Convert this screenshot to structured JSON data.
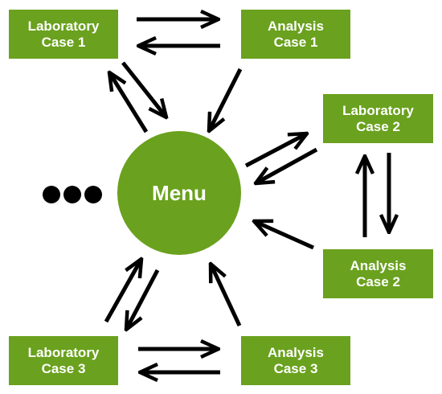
{
  "center": {
    "label": "Menu"
  },
  "nodes": {
    "lab1": {
      "line1": "Laboratory",
      "line2": "Case 1"
    },
    "ana1": {
      "line1": "Analysis",
      "line2": "Case 1"
    },
    "lab2": {
      "line1": "Laboratory",
      "line2": "Case 2"
    },
    "ana2": {
      "line1": "Analysis",
      "line2": "Case 2"
    },
    "lab3": {
      "line1": "Laboratory",
      "line2": "Case 3"
    },
    "ana3": {
      "line1": "Analysis",
      "line2": "Case 3"
    }
  },
  "ellipsis": "•••",
  "colors": {
    "node_fill": "#6aa11e",
    "arrow": "#000000",
    "text": "#ffffff"
  },
  "arrows": [
    {
      "from": "lab1",
      "to": "ana1"
    },
    {
      "from": "ana1",
      "to": "lab1"
    },
    {
      "from": "lab1",
      "to": "menu"
    },
    {
      "from": "menu",
      "to": "lab1"
    },
    {
      "from": "ana1",
      "to": "menu"
    },
    {
      "from": "menu",
      "to": "lab2"
    },
    {
      "from": "lab2",
      "to": "menu"
    },
    {
      "from": "lab2",
      "to": "ana2"
    },
    {
      "from": "ana2",
      "to": "lab2"
    },
    {
      "from": "ana2",
      "to": "menu"
    },
    {
      "from": "lab3",
      "to": "menu"
    },
    {
      "from": "menu",
      "to": "lab3"
    },
    {
      "from": "ana3",
      "to": "menu"
    },
    {
      "from": "lab3",
      "to": "ana3"
    },
    {
      "from": "ana3",
      "to": "lab3"
    }
  ]
}
